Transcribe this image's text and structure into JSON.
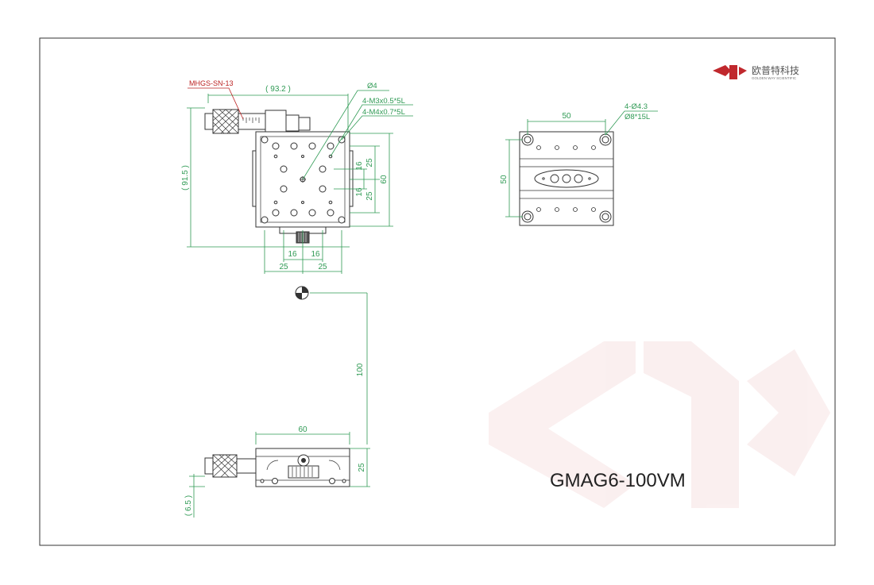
{
  "title": "GMAG6-100VM",
  "logo": {
    "name_cn": "欧普特科技",
    "name_en": "GOLDEN WAY SCIENTIFIC",
    "color": "#c0282d"
  },
  "part_label": "MHGS-SN-13",
  "annotations": {
    "hole_center": "Ø4",
    "thread_small": "4-M3x0.5*5L",
    "thread_large": "4-M4x0.7*5L",
    "mount_hole": "4-Ø4.3",
    "counterbore": "Ø8*15L"
  },
  "dimensions": {
    "overall_width": "( 93.2 )",
    "overall_height": "( 91.5 )",
    "top_pitch_small": "16",
    "top_pitch_large": "25",
    "top_size": "60",
    "side_view_width": "50",
    "side_view_height": "50",
    "travel": "100",
    "front_width": "60",
    "front_height": "25",
    "micrometer_offset": "( 6.5 )"
  },
  "colors": {
    "dimension": "#2f9a54",
    "outline": "#333333",
    "frame": "#333333"
  }
}
